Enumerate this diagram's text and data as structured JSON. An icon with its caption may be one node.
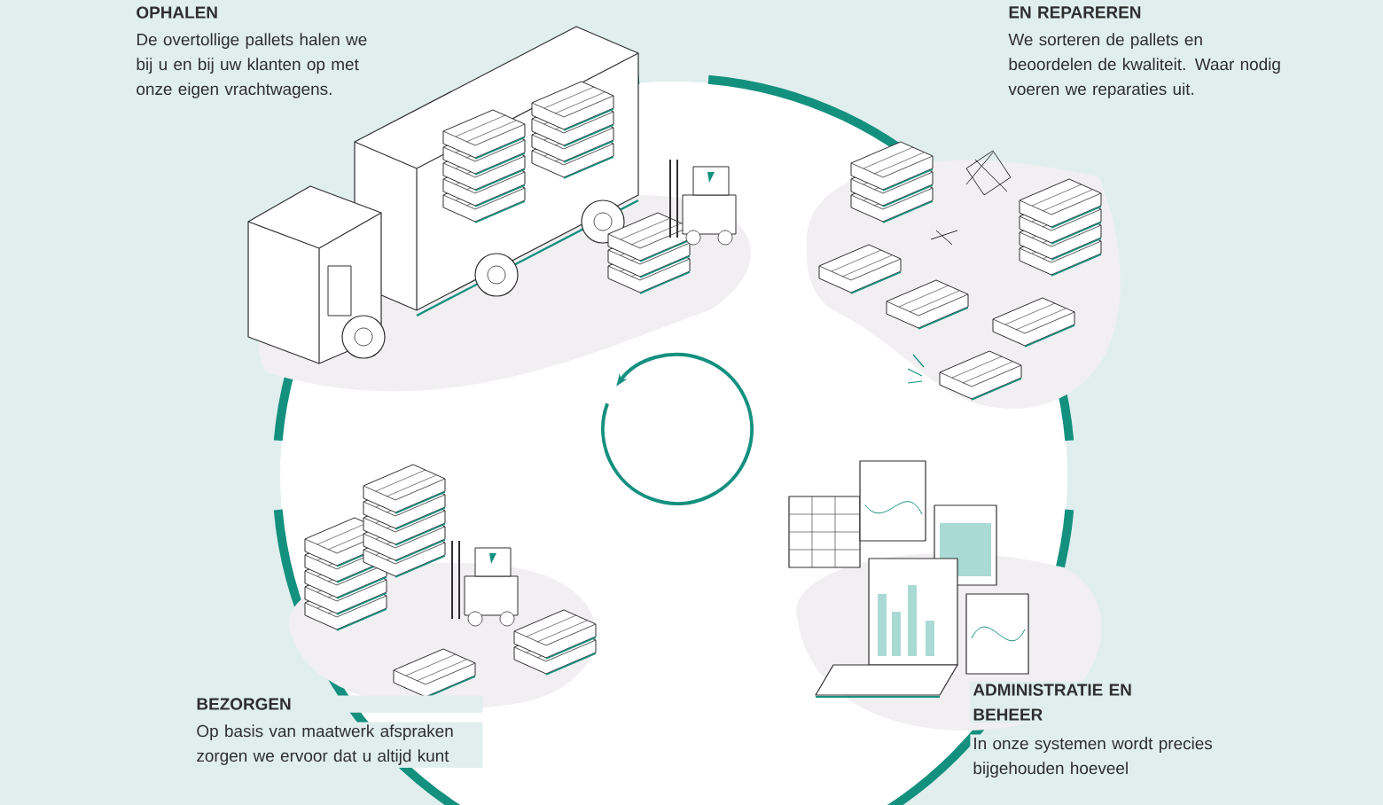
{
  "diagram": {
    "labels": [
      "OPHALEN",
      "De overtollige pallets halen we bij u en bij uw klanten op met onze eigen vrachtwagens.",
      "EN REPAREREN",
      "We sorteren de pallets en beoordelen de kwaliteit. Waar nodig voeren we reparaties uit.",
      "BEZORGEN",
      "Op basis van maatwerk afspraken zorgen we ervoor dat u altijd kunt",
      "ADMINISTRATIE EN BEHEER",
      "In onze systemen wordt precies bijgehouden hoeveel"
    ]
  }
}
